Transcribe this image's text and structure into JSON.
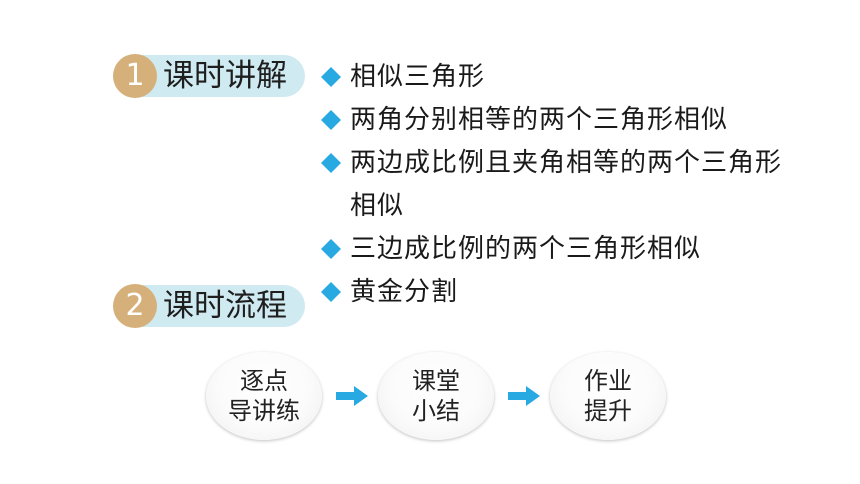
{
  "sections": [
    {
      "number": "1",
      "label": "课时讲解"
    },
    {
      "number": "2",
      "label": "课时流程"
    }
  ],
  "topics": [
    "相似三角形",
    "两角分别相等的两个三角形相似",
    "两边成比例且夹角相等的两个三角形相似",
    "三边成比例的两个三角形相似",
    "黄金分割"
  ],
  "flow": [
    {
      "line1": "逐点",
      "line2": "导讲练"
    },
    {
      "line1": "课堂",
      "line2": "小结"
    },
    {
      "line1": "作业",
      "line2": "提升"
    }
  ],
  "colors": {
    "bullet": "#29a9e1",
    "arrow": "#29a9e1",
    "tab_bar": "#cfeaf0",
    "tab_circle": "#d6b07a"
  }
}
